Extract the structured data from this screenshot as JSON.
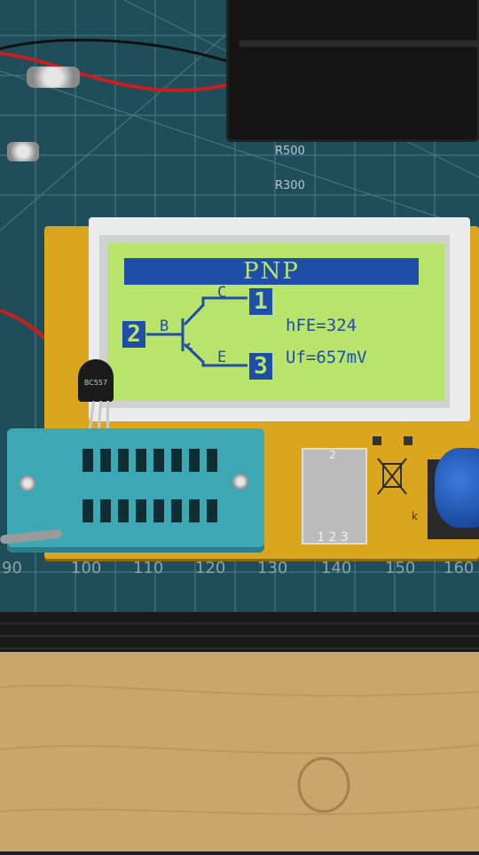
{
  "lcd": {
    "title": "PNP",
    "pin_collector_label": "C",
    "pin_base_label": "B",
    "pin_emitter_label": "E",
    "pin_collector": "1",
    "pin_base": "2",
    "pin_emitter": "3",
    "hfe": "hFE=324",
    "uf": "Uf=657mV"
  },
  "mat": {
    "label_r500": "R500",
    "label_r300": "R300"
  },
  "ruler": [
    "90",
    "100",
    "110",
    "120",
    "130",
    "140",
    "150",
    "160"
  ],
  "pad": {
    "top": "2",
    "bottom": "1 2 3"
  },
  "knob_label": "k",
  "transistor_mark": "BC557",
  "colors": {
    "lcd_background": "#b8e46c",
    "lcd_foreground": "#1f4ea8",
    "pcb": "#d9a61d",
    "socket": "#3ea7b4"
  }
}
